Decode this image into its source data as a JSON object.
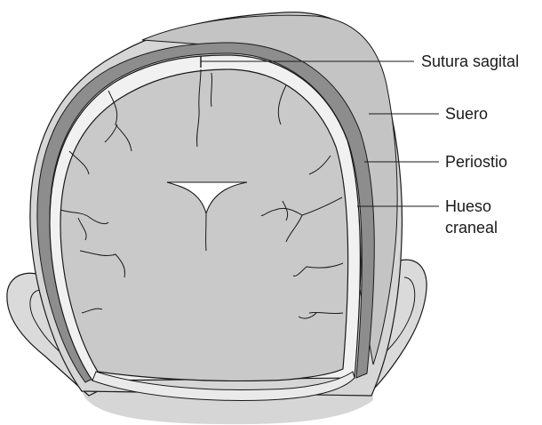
{
  "labels": {
    "sutura_sagital": "Sutura sagital",
    "suero": "Suero",
    "periostio": "Periostio",
    "hueso_line1": "Hueso",
    "hueso_line2": "craneal"
  },
  "colors": {
    "skin": "#d6d6d6",
    "brain": "#c9c9c9",
    "bone": "#f1f1f1",
    "serum": "#c4c4c4",
    "periosteum": "#8d8d8d",
    "outline": "#1a1a1a"
  }
}
